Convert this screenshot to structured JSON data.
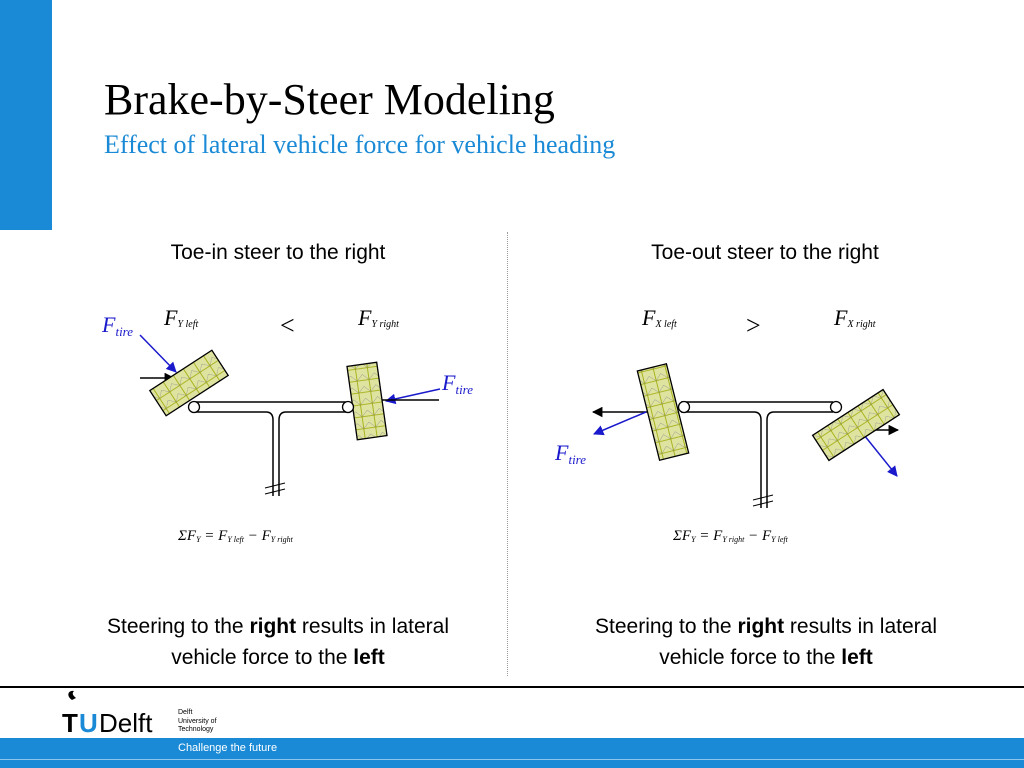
{
  "slide": {
    "title": "Brake-by-Steer Modeling",
    "subtitle": "Effect of lateral vehicle force for vehicle heading"
  },
  "left_panel": {
    "heading": "Toe-in steer to the right",
    "force_left_label": "F",
    "force_left_sub": "Y left",
    "relation": "<",
    "force_right_label": "F",
    "force_right_sub": "Y right",
    "tire_force_label": "F",
    "tire_force_sub": "tire",
    "equation": {
      "sum": "ΣF",
      "sum_sub": "Y",
      "eq": " = F",
      "t1_sub": "Y left",
      "minus": " − F",
      "t2_sub": "Y right"
    },
    "caption_pre": "Steering to the ",
    "caption_bold1": "right",
    "caption_mid": " results in lateral vehicle force to the ",
    "caption_bold2": "left"
  },
  "right_panel": {
    "heading": "Toe-out steer to the right",
    "force_left_label": "F",
    "force_left_sub": "X left",
    "relation": ">",
    "force_right_label": "F",
    "force_right_sub": "X right",
    "tire_force_label": "F",
    "tire_force_sub": "tire",
    "equation": {
      "sum": "ΣF",
      "sum_sub": "Y",
      "eq": " = F",
      "t1_sub": "Y right",
      "minus": " − F",
      "t2_sub": "Y left"
    },
    "caption_pre": "Steering to the ",
    "caption_bold1": "right",
    "caption_mid": " results in lateral vehicle force to the ",
    "caption_bold2": "left"
  },
  "footer": {
    "logo_t": "T",
    "logo_u": "U",
    "logo_delft": "Delft",
    "logo_line1": "Delft",
    "logo_line2": "University of",
    "logo_line3": "Technology",
    "tagline": "Challenge the future"
  },
  "colors": {
    "accent": "#1a8ad6",
    "force_arrow": "#1a1acc",
    "tire_fill": "#dfe3a0",
    "tire_pattern": "#9aa800"
  }
}
